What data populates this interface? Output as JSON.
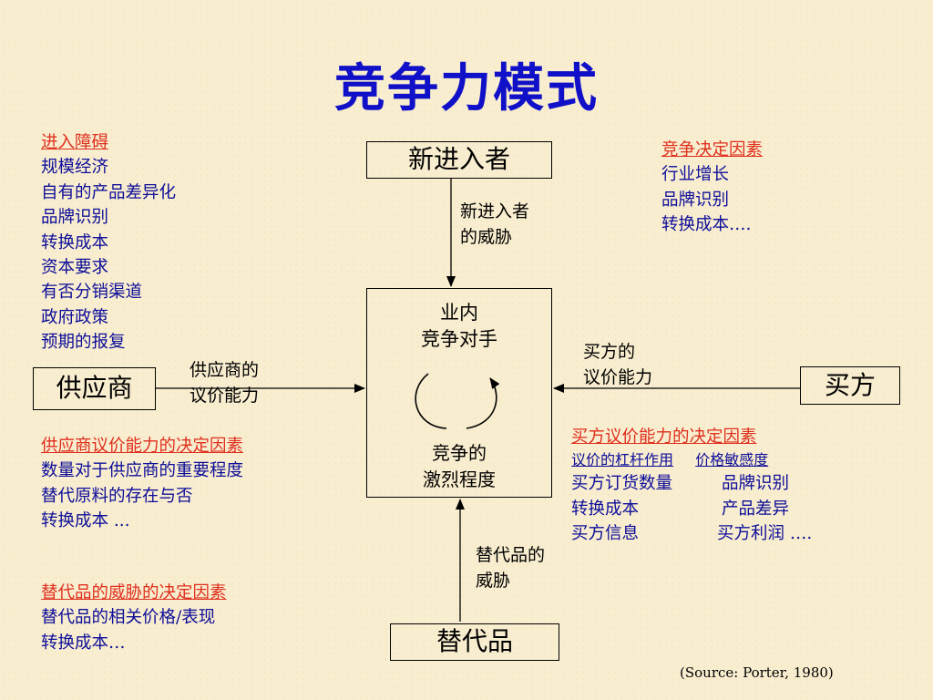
{
  "title": "竞争力模式",
  "boxes": {
    "new_entrants": "新进入者",
    "rivals_line1": "业内",
    "rivals_line2": "竞争对手",
    "intensity_line1": "竞争的",
    "intensity_line2": "激烈程度",
    "suppliers": "供应商",
    "buyers": "买方",
    "substitutes": "替代品"
  },
  "arrow_labels": {
    "new_entrants_threat_1": "新进入者",
    "new_entrants_threat_2": "的威胁",
    "supplier_power_1": "供应商的",
    "supplier_power_2": "议价能力",
    "buyer_power_1": "买方的",
    "buyer_power_2": "议价能力",
    "substitute_threat_1": "替代品的",
    "substitute_threat_2": "威胁"
  },
  "entry_barriers": {
    "heading": "进入障碍",
    "items": [
      "规模经济",
      "自有的产品差异化",
      "品牌识别",
      "转换成本",
      "资本要求",
      "有否分销渠道",
      "政府政策",
      "预期的报复"
    ]
  },
  "rivalry_determinants": {
    "heading": "竞争决定因素",
    "items": [
      "行业增长",
      "品牌识别",
      "转换成本…."
    ]
  },
  "supplier_determinants": {
    "heading": "供应商议价能力的决定因素",
    "items": [
      "数量对于供应商的重要程度",
      "替代原料的存在与否",
      "转换成本 ..."
    ]
  },
  "buyer_determinants": {
    "heading": "买方议价能力的决定因素",
    "sub_left": "议价的杠杆作用",
    "sub_right": "价格敏感度",
    "rows": [
      [
        "买方订货数量",
        "品牌识别"
      ],
      [
        "转换成本",
        "产品差异"
      ],
      [
        "买方信息",
        "买方利润 …."
      ]
    ]
  },
  "substitute_determinants": {
    "heading": "替代品的威胁的决定因素",
    "items": [
      "替代品的相关价格/表现",
      "转换成本…"
    ]
  },
  "source": "(Source: Porter, 1980)",
  "colors": {
    "title": "#1010c8",
    "heading": "#e0301e",
    "list": "#0e0e9a"
  }
}
